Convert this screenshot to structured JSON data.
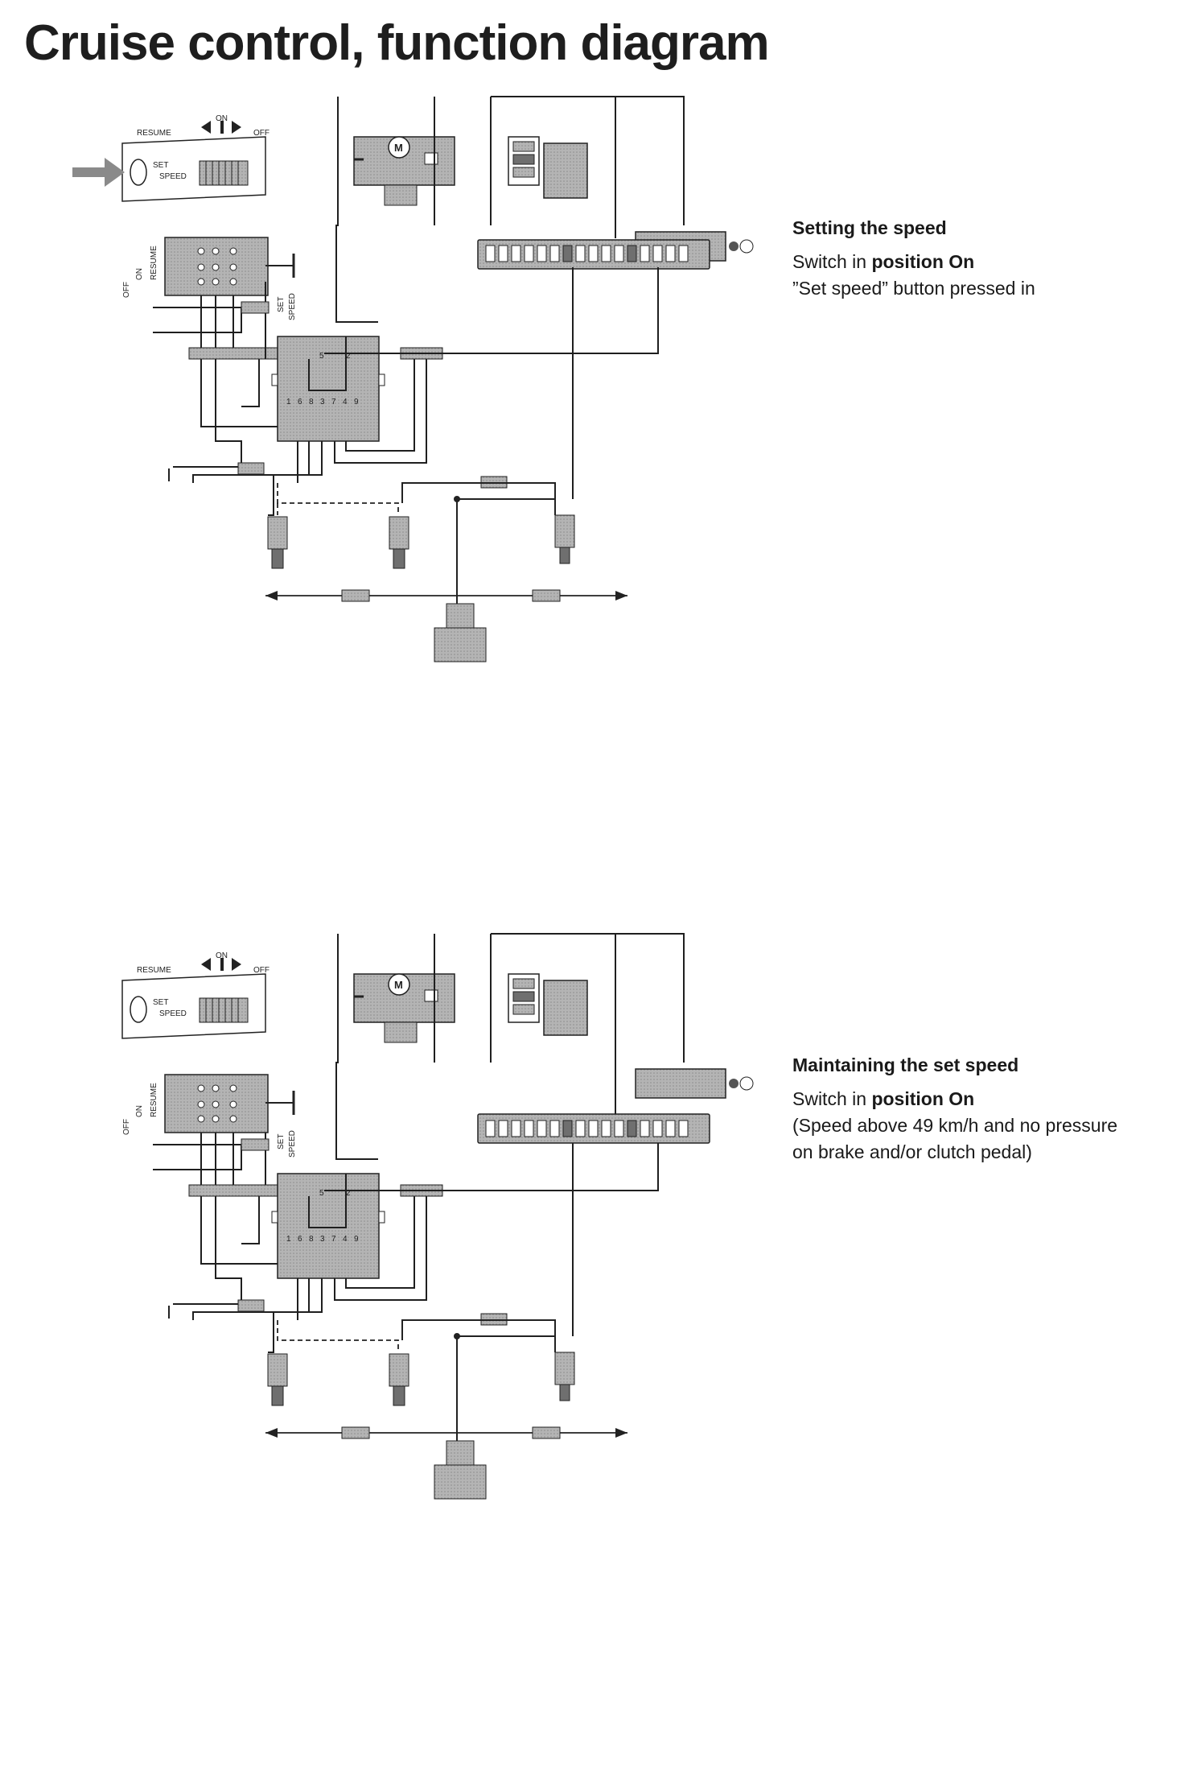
{
  "title": "Cruise control, function diagram",
  "switch_labels": {
    "on": "ON",
    "off": "OFF",
    "resume": "RESUME",
    "set": "SET",
    "speed": "SPEED",
    "side_off": "OFF",
    "side_on": "ON",
    "side_resume": "RESUME",
    "side_set": "SET",
    "side_speed": "SPEED"
  },
  "control_unit_pins_top": [
    "5",
    "2"
  ],
  "control_unit_pins_bottom": [
    "1",
    "6",
    "8",
    "3",
    "7",
    "4",
    "9"
  ],
  "diagrams": [
    {
      "heading": "Setting the speed",
      "line1_prefix": "Switch in ",
      "line1_bold": "position On",
      "line2": "”Set speed” button pressed in",
      "line3": ""
    },
    {
      "heading": "Maintaining the set speed",
      "line1_prefix": "Switch in ",
      "line1_bold": "position On",
      "line2": "(Speed above 49 km/h and no pressure",
      "line3": "on brake and/or clutch pedal)"
    }
  ],
  "colors": {
    "line": "#1f1f1f",
    "component_fill": "#a9a9a9",
    "dark_fill": "#6f6f6f",
    "arrow_fill": "#8a8a8a"
  },
  "icons": [
    "arrow-pointer-icon",
    "motor-icon",
    "relay-icon",
    "ground-icon",
    "sensor-icon",
    "lamp-icon"
  ]
}
